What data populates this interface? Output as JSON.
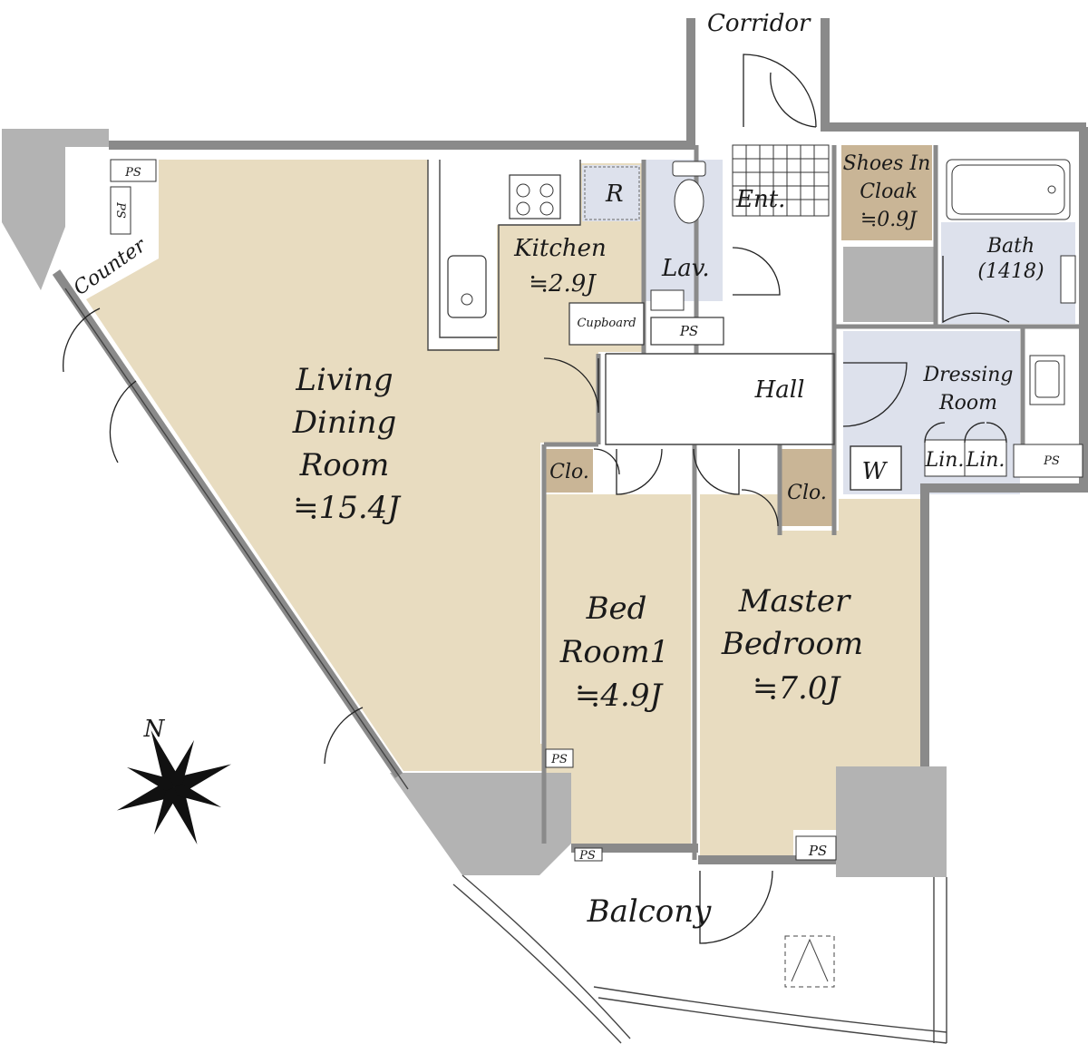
{
  "corridor": "Corridor",
  "entrance": "Ent.",
  "shoes_in_cloak": {
    "line1": "Shoes In",
    "line2": "Cloak",
    "area": "≒0.9J"
  },
  "bath": {
    "name": "Bath",
    "size": "(1418)"
  },
  "lav": "Lav.",
  "refrigerator": "R",
  "kitchen": {
    "name": "Kitchen",
    "area": "≒2.9J"
  },
  "cupboard": "Cupboard",
  "ps": "PS",
  "counter": "Counter",
  "hall": "Hall",
  "dressing_room": {
    "line1": "Dressing",
    "line2": "Room"
  },
  "washer": "W",
  "linen": "Lin.",
  "closet": "Clo.",
  "living_dining": {
    "line1": "Living",
    "line2": "Dining",
    "line3": "Room",
    "area": "≒15.4J"
  },
  "bedroom1": {
    "line1": "Bed",
    "line2": "Room1",
    "area": "≒4.9J"
  },
  "master_bedroom": {
    "line1": "Master",
    "line2": "Bedroom",
    "area": "≒7.0J"
  },
  "balcony": "Balcony",
  "compass_north": "N",
  "colors": {
    "room_fill": "#e8dcc0",
    "wet_fill": "#dde1ec",
    "closet_fill": "#c9b596",
    "wall": "#8a8a8a",
    "column": "#b3b3b3"
  }
}
